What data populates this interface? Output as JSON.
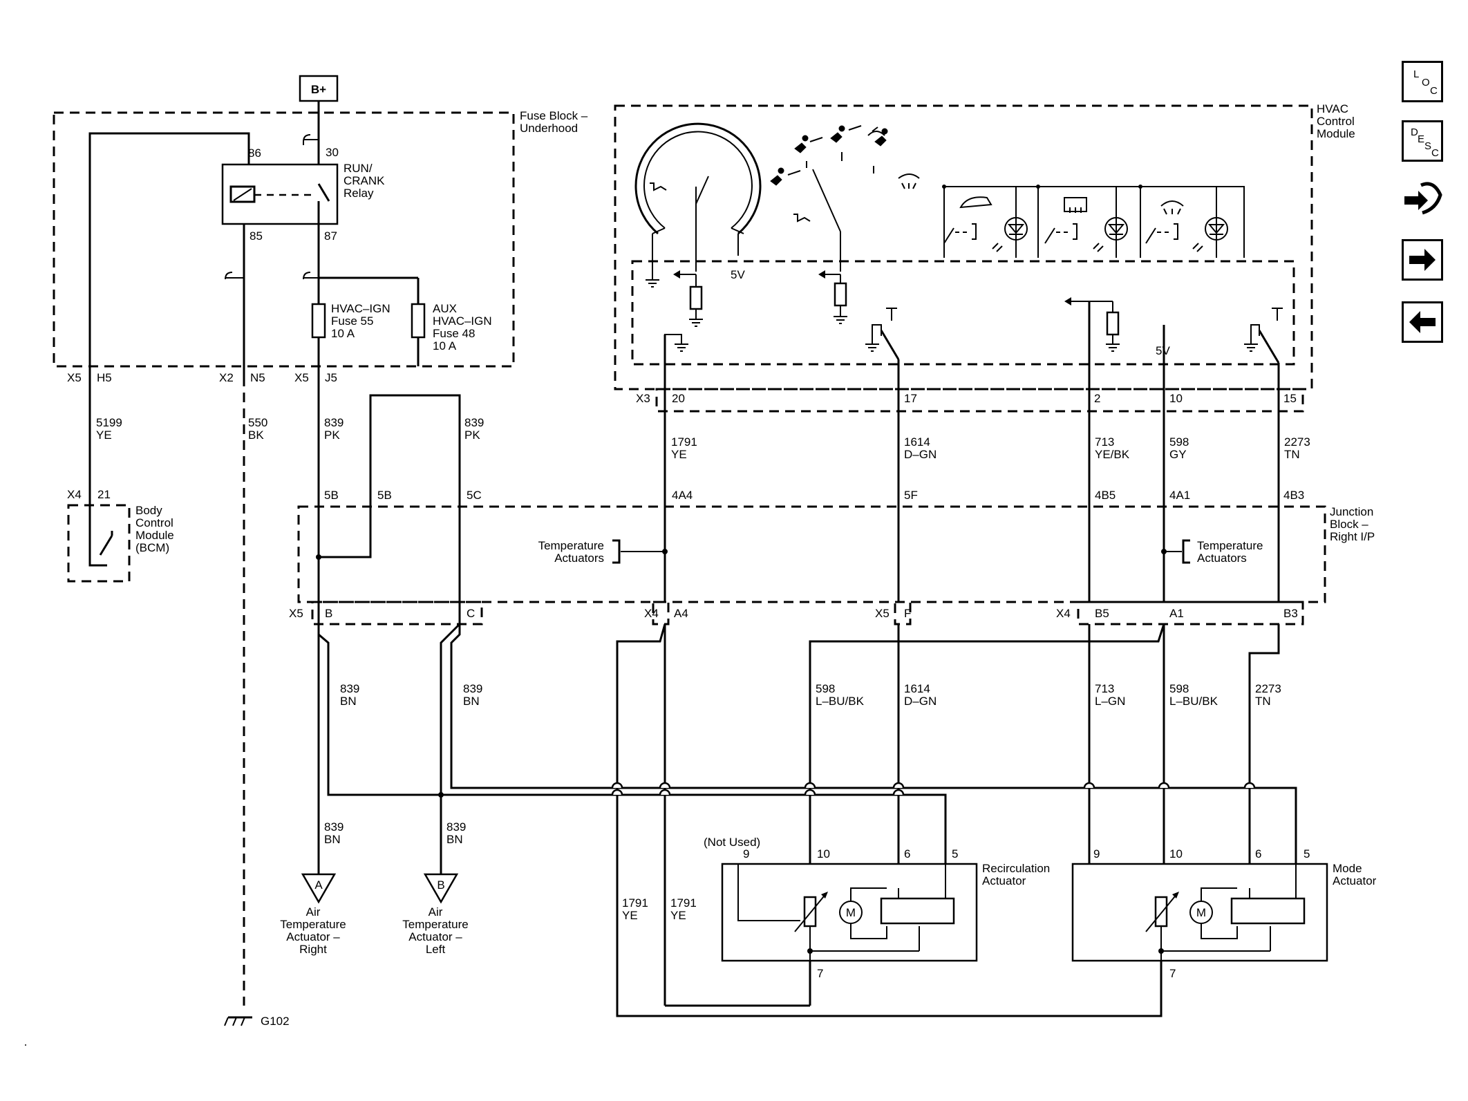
{
  "supply": {
    "label": "B+"
  },
  "fuse_block": {
    "title_1": "Fuse Block –",
    "title_2": "Underhood",
    "relay_name_1": "RUN/",
    "relay_name_2": "CRANK",
    "relay_name_3": "Relay",
    "pin_86": "86",
    "pin_30": "30",
    "pin_85": "85",
    "pin_87": "87",
    "fuse55_1": "HVAC–IGN",
    "fuse55_2": "Fuse 55",
    "fuse55_3": "10 A",
    "fuse48_1": "AUX",
    "fuse48_2": "HVAC–IGN",
    "fuse48_3": "Fuse 48",
    "fuse48_4": "10 A",
    "conn_x5_h5": "X5",
    "pin_h5": "H5",
    "conn_x2": "X2",
    "pin_n5": "N5",
    "conn_x5_j5": "X5",
    "pin_j5": "J5"
  },
  "wires_top": {
    "w5199": "5199",
    "w5199c": "YE",
    "w550": "550",
    "w550c": "BK",
    "w839a": "839",
    "w839ac": "PK",
    "w839b": "839",
    "w839bc": "PK",
    "w1791": "1791",
    "w1791c": "YE",
    "w1614": "1614",
    "w1614c": "D–GN",
    "w713": "713",
    "w713c": "YE/BK",
    "w598": "598",
    "w598c": "GY",
    "w2273": "2273",
    "w2273c": "TN"
  },
  "bcm": {
    "conn": "X4",
    "pin": "21",
    "name_1": "Body",
    "name_2": "Control",
    "name_3": "Module",
    "name_4": "(BCM)"
  },
  "hvac_module": {
    "name_1": "HVAC",
    "name_2": "Control",
    "name_3": "Module",
    "v5_a": "5V",
    "v5_b": "5V",
    "conn": "X3",
    "pin_20": "20",
    "pin_17": "17",
    "pin_2": "2",
    "pin_10": "10",
    "pin_15": "15"
  },
  "junction_block": {
    "name_1": "Junction",
    "name_2": "Block –",
    "name_3": "Right I/P",
    "pin_5b_a": "5B",
    "pin_5b_b": "5B",
    "pin_5c": "5C",
    "pin_4a4": "4A4",
    "pin_5f": "5F",
    "pin_4b5": "4B5",
    "pin_4a1": "4A1",
    "pin_4b3": "4B3",
    "temp_left_1": "Temperature",
    "temp_left_2": "Actuators",
    "temp_right_1": "Temperature",
    "temp_right_2": "Actuators",
    "c_x5": "X5",
    "c_b": "B",
    "c_c": "C",
    "c_x4a": "X4",
    "c_a4": "A4",
    "c_x5b": "X5",
    "c_f": "F",
    "c_x4b": "X4",
    "c_b5": "B5",
    "c_a1": "A1",
    "c_b3": "B3"
  },
  "wires_bottom": {
    "w839l": "839",
    "w839lc": "BN",
    "w839r": "839",
    "w839rc": "BN",
    "w598a": "598",
    "w598ac": "L–BU/BK",
    "w1614b": "1614",
    "w1614bc": "D–GN",
    "w713b": "713",
    "w713bc": "L–GN",
    "w598b": "598",
    "w598bc": "L–BU/BK",
    "w2273b": "2273",
    "w2273bc": "TN",
    "w839A": "839",
    "w839Ac": "BN",
    "w839B": "839",
    "w839Bc": "BN",
    "w1791a": "1791",
    "w1791ac": "YE",
    "w1791b": "1791",
    "w1791bc": "YE"
  },
  "actuator_a": {
    "letter": "A",
    "name_1": "Air",
    "name_2": "Temperature",
    "name_3": "Actuator –",
    "name_4": "Right"
  },
  "actuator_b": {
    "letter": "B",
    "name_1": "Air",
    "name_2": "Temperature",
    "name_3": "Actuator –",
    "name_4": "Left"
  },
  "recirc": {
    "not_used": "(Not Used)",
    "pin_9": "9",
    "pin_10": "10",
    "pin_6": "6",
    "pin_5": "5",
    "pin_7": "7",
    "name_1": "Recirculation",
    "name_2": "Actuator",
    "motor": "M"
  },
  "mode": {
    "pin_9": "9",
    "pin_10": "10",
    "pin_6": "6",
    "pin_5": "5",
    "pin_7": "7",
    "name_1": "Mode",
    "name_2": "Actuator",
    "motor": "M"
  },
  "ground": {
    "label": "G102"
  },
  "nav": {
    "loc_l": "L",
    "loc_o": "O",
    "loc_c": "C",
    "desc_d": "D",
    "desc_e": "E",
    "desc_s": "S",
    "desc_c": "C",
    "icons": [
      "loc-icon",
      "desc-icon",
      "connector-icon",
      "next-arrow-icon",
      "prev-arrow-icon"
    ]
  }
}
